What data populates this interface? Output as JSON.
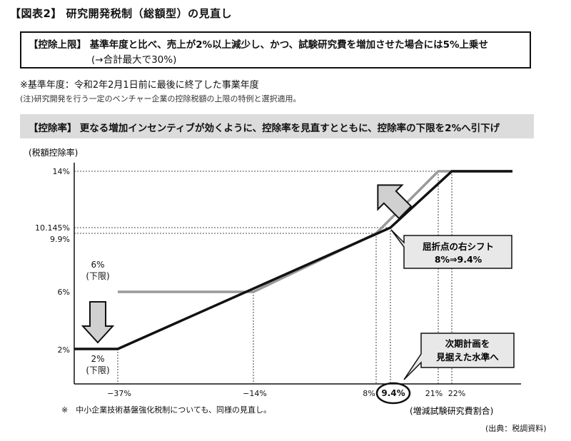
{
  "figure_title": "【図表2】 研究開発税制（総額型）の見直し",
  "limit_box": {
    "heading": "【控除上限】",
    "line1": "基準年度と比べ、売上が2%以上減少し、かつ、試験研究費を増加させた場合には5%上乗せ",
    "line2": "(→合計最大で30%)"
  },
  "base_year_note": "※基準年度：令和2年2月1日前に最後に終了した事業年度",
  "venture_note": "(注)研究開発を行う一定のベンチャー企業の控除税額の上限の特例と選択適用。",
  "rate_banner": {
    "heading": "【控除率】",
    "text": "更なる増加インセンティブが効くように、控除率を見直すとともに、控除率の下限を2%へ引下げ"
  },
  "footnote": "※　中小企業技術基盤強化税制についても、同様の見直し。",
  "source": "(出典：税調資料)",
  "chart_data": {
    "type": "line",
    "ylabel": "(税額控除率)",
    "xlabel": "(増減試験研究費割合)",
    "y_ticks": [
      "14%",
      "10.145%",
      "9.9%",
      "6%",
      "2%"
    ],
    "x_ticks": [
      "−37%",
      "−14%",
      "8%",
      "9.4%",
      "21%",
      "22%"
    ],
    "series": [
      {
        "color": "#999999",
        "x": [
          -37,
          -14,
          8,
          21,
          27
        ],
        "y": [
          6,
          6,
          9.9,
          14,
          14
        ]
      },
      {
        "color": "#111111",
        "x": [
          -43,
          -37,
          9.4,
          22,
          27
        ],
        "y": [
          2,
          2,
          10.145,
          14,
          14
        ]
      }
    ],
    "annotations": {
      "floor_old": [
        "6%",
        "(下限)"
      ],
      "floor_new": [
        "2%",
        "(下限)"
      ],
      "kink": [
        "屈折点の右シフト",
        "8%⇒9.4%"
      ],
      "plan": [
        "次期計画を",
        "見据えた水準へ"
      ]
    },
    "colors": {
      "new": "#111111",
      "old": "#999999",
      "arrow_fill": "#d0d0d0"
    }
  }
}
